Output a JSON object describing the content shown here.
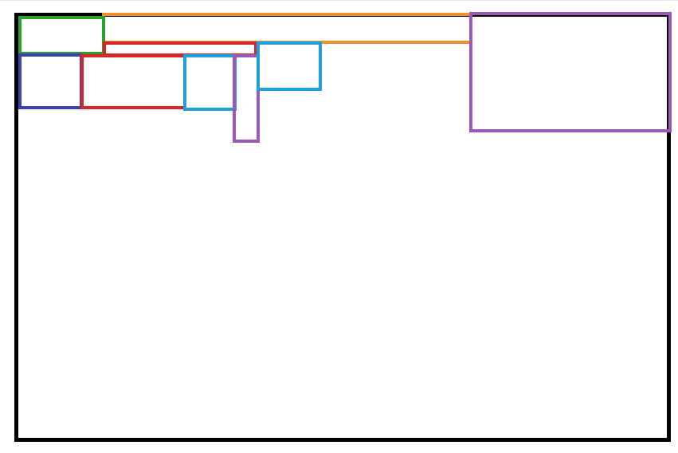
{
  "colors": {
    "frame": "#000000",
    "green": "#2ca02c",
    "orange": "#f28e2b",
    "red": "#d62728",
    "blue": "#3f3fb8",
    "cyan": "#1f9fdc",
    "purple": "#9b59b6"
  },
  "boxes": [
    {
      "id": "frame",
      "color_key": "frame"
    },
    {
      "id": "green",
      "color_key": "green"
    },
    {
      "id": "orange",
      "color_key": "orange"
    },
    {
      "id": "red-top",
      "color_key": "red"
    },
    {
      "id": "blue",
      "color_key": "blue"
    },
    {
      "id": "red",
      "color_key": "red"
    },
    {
      "id": "cyan-l",
      "color_key": "cyan"
    },
    {
      "id": "pur-s",
      "color_key": "purple"
    },
    {
      "id": "cyan-r",
      "color_key": "cyan"
    },
    {
      "id": "pur-l",
      "color_key": "purple"
    }
  ]
}
